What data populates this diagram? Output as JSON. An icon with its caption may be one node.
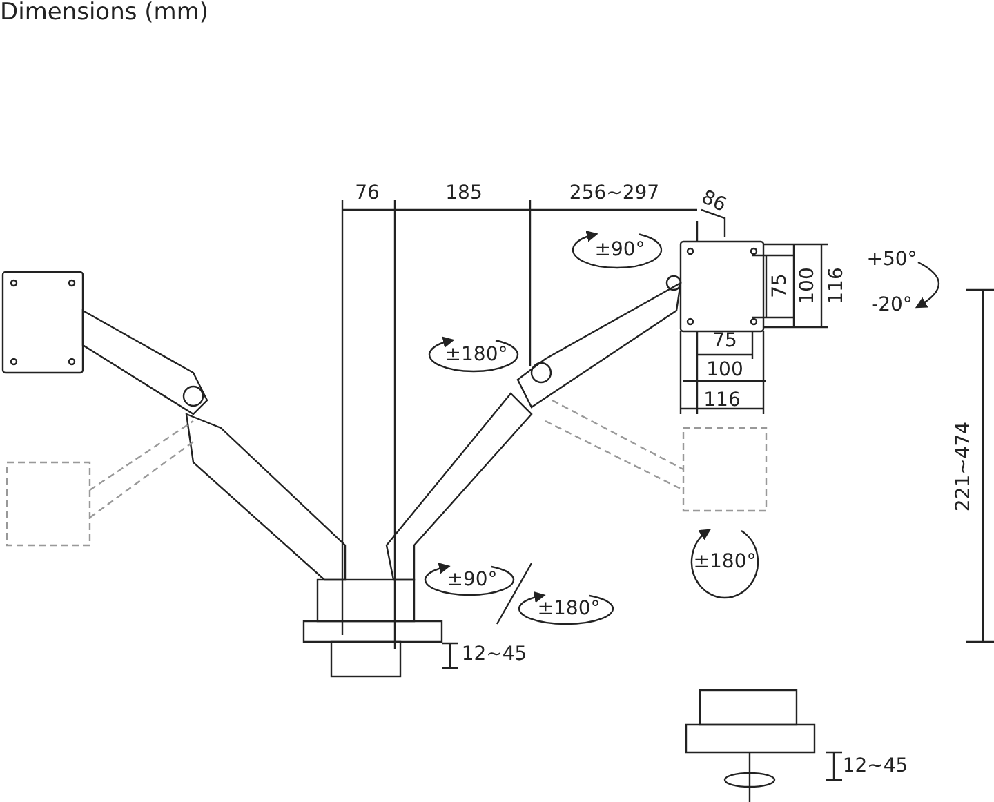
{
  "diagram": {
    "title": "Dimensions (mm)",
    "labels": [
      "76",
      "185",
      "256~297",
      "86",
      "±90°",
      "+50°",
      "75",
      "100",
      "116",
      "-20°",
      "±180°",
      "75",
      "100",
      "116",
      "221~474",
      "±180°",
      "±90°",
      "±180°",
      "12~45",
      "12~45"
    ]
  }
}
